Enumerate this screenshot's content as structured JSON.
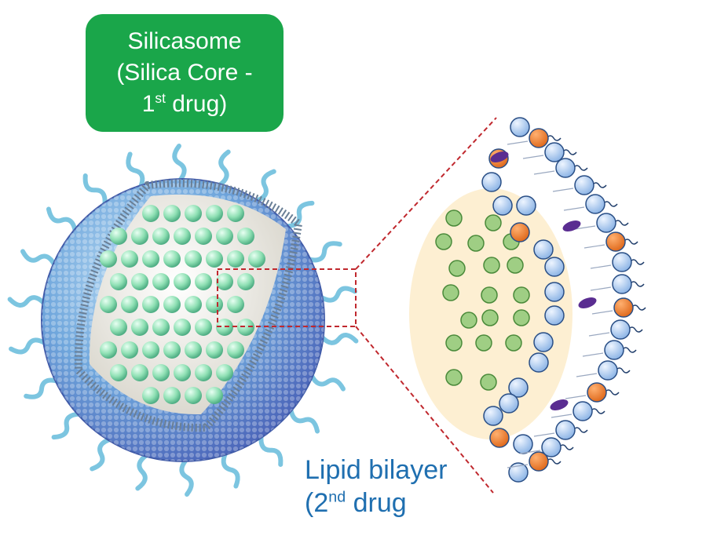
{
  "labels": {
    "core_line1": "Silicasome",
    "core_line2": "(Silica Core -",
    "core_line3_pre": "1",
    "core_line3_sup": "st",
    "core_line3_post": " drug)",
    "bilayer_line1": "Lipid bilayer",
    "bilayer_line2_pre": "(2",
    "bilayer_line2_sup": "nd",
    "bilayer_line2_post": " drug"
  },
  "colors": {
    "label_box": "#1aa64a",
    "label_text": "#ffffff",
    "caption_text": "#1f6fb0",
    "lipid_head_blue": "#a8c8ee",
    "lipid_head_orange": "#e8762a",
    "drug_dot": "#9fce84",
    "second_drug": "#5a2d91",
    "silica_core_fill": "#fdefd2",
    "zoom_line": "#c0282e",
    "peg_chain": "#7cc5e0"
  },
  "icons": [
    "silicasome-sphere-icon",
    "lipid-bilayer-segment-icon",
    "zoom-box-icon"
  ]
}
